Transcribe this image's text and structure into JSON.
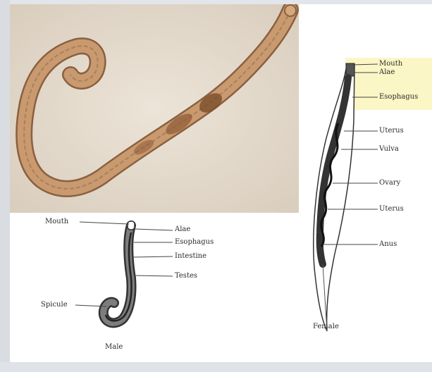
{
  "male": {
    "caption": "Male",
    "labels": {
      "mouth": "Mouth",
      "alae": "Alae",
      "esophagus": "Esophagus",
      "intestine": "Intestine",
      "testes": "Testes",
      "spicule": "Spicule"
    }
  },
  "female": {
    "caption": "Female",
    "labels": {
      "mouth": "Mouth",
      "alae": "Alae",
      "esophagus": "Esophagus",
      "uterus_upper": "Uterus",
      "vulva": "Vulva",
      "ovary": "Ovary",
      "uterus_lower": "Uterus",
      "anus": "Anus"
    }
  },
  "colors": {
    "photo_background": "#e6ddd0",
    "worm_outline": "#8a6040",
    "worm_body": "#c99a6f",
    "highlight": "#fbf6c6",
    "line_art": "#333333"
  }
}
